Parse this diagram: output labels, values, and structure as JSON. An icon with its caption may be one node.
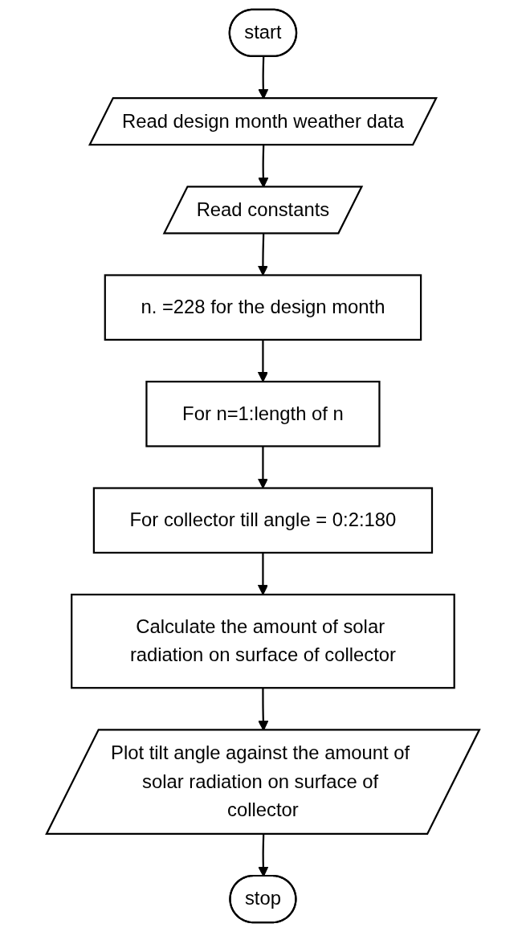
{
  "diagram": {
    "nodes": [
      {
        "text": [
          "start"
        ]
      },
      {
        "text": [
          "Read design month weather data"
        ]
      },
      {
        "text": [
          "Read constants"
        ]
      },
      {
        "text": [
          "n. =228 for the design month"
        ]
      },
      {
        "text": [
          "For n=1:length of n"
        ]
      },
      {
        "text": [
          "For collector till angle = 0:2:180"
        ]
      },
      {
        "text": [
          "Calculate the amount of solar radiation on surface of collector"
        ]
      },
      {
        "text": [
          "Plot tilt angle against the amount of solar radiation on surface of collector"
        ]
      },
      {
        "text": [
          "stop"
        ]
      }
    ],
    "edges": [
      {
        "from": 0,
        "to": 1,
        "arrow": "to"
      },
      {
        "from": 1,
        "to": 2,
        "arrow": "to"
      },
      {
        "from": 2,
        "to": 3,
        "arrow": "to"
      },
      {
        "from": 3,
        "to": 4,
        "arrow": "to"
      },
      {
        "from": 4,
        "to": 5,
        "arrow": "to"
      },
      {
        "from": 5,
        "to": 6,
        "arrow": "to"
      },
      {
        "from": 6,
        "to": 7,
        "arrow": "to"
      },
      {
        "from": 7,
        "to": 8,
        "arrow": "to"
      }
    ]
  }
}
